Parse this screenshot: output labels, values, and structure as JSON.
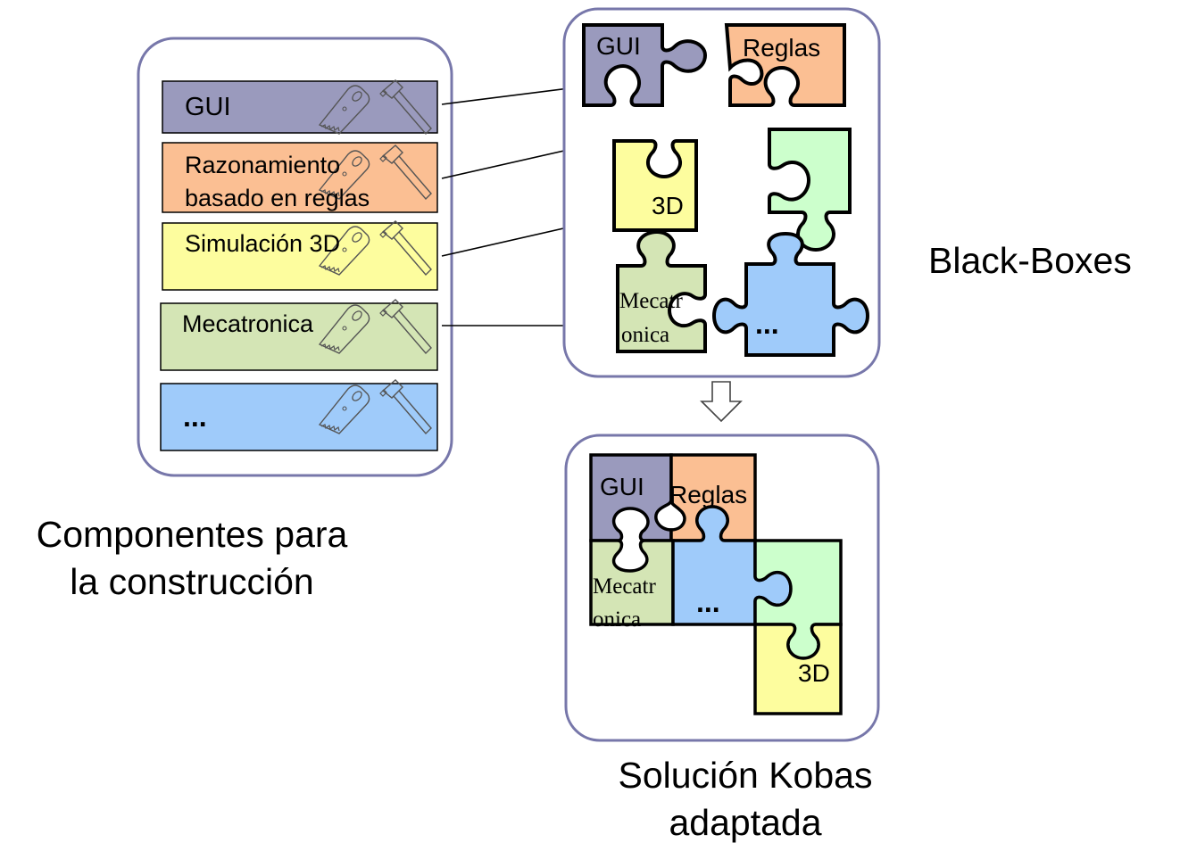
{
  "components": {
    "items": [
      {
        "label_lines": [
          "GUI"
        ],
        "color": "#9a9abd"
      },
      {
        "label_lines": [
          "Razonamiento",
          "basado en reglas"
        ],
        "color": "#fbbf93"
      },
      {
        "label_lines": [
          "Simulación 3D"
        ],
        "color": "#fdfd9e"
      },
      {
        "label_lines": [
          "Mecatronica"
        ],
        "color": "#d4e5b5"
      },
      {
        "label_lines": [
          "..."
        ],
        "color": "#9fcbfa"
      }
    ],
    "caption_lines": [
      "Componentes para",
      "la construcción"
    ]
  },
  "black_boxes": {
    "caption": "Black-Boxes",
    "pieces": [
      {
        "label_lines": [
          "GUI"
        ],
        "color": "#9a9abd"
      },
      {
        "label_lines": [
          "Reglas"
        ],
        "color": "#fbbf93"
      },
      {
        "label_lines": [
          "3D"
        ],
        "color": "#fdfd9e"
      },
      {
        "label_lines": [
          ""
        ],
        "color": "#ccffcc"
      },
      {
        "label_lines": [
          "Mecatr",
          "onica"
        ],
        "color": "#d4e5b5"
      },
      {
        "label_lines": [
          "..."
        ],
        "color": "#9fcbfa"
      }
    ]
  },
  "solution": {
    "caption_lines": [
      "Solución Kobas",
      "adaptada"
    ],
    "pieces": [
      {
        "label_lines": [
          "GUI"
        ],
        "color": "#9a9abd"
      },
      {
        "label_lines": [
          "Reglas"
        ],
        "color": "#fbbf93"
      },
      {
        "label_lines": [
          "Mecatr",
          "onica"
        ],
        "color": "#d4e5b5"
      },
      {
        "label_lines": [
          "..."
        ],
        "color": "#9fcbfa"
      },
      {
        "label_lines": [
          ""
        ],
        "color": "#ccffcc"
      },
      {
        "label_lines": [
          "3D"
        ],
        "color": "#fdfd9e"
      }
    ]
  },
  "colors": {
    "frame_stroke": "#7777aa",
    "line": "#000000"
  },
  "icons": [
    "saw-icon",
    "hammer-icon",
    "down-arrow-icon"
  ]
}
